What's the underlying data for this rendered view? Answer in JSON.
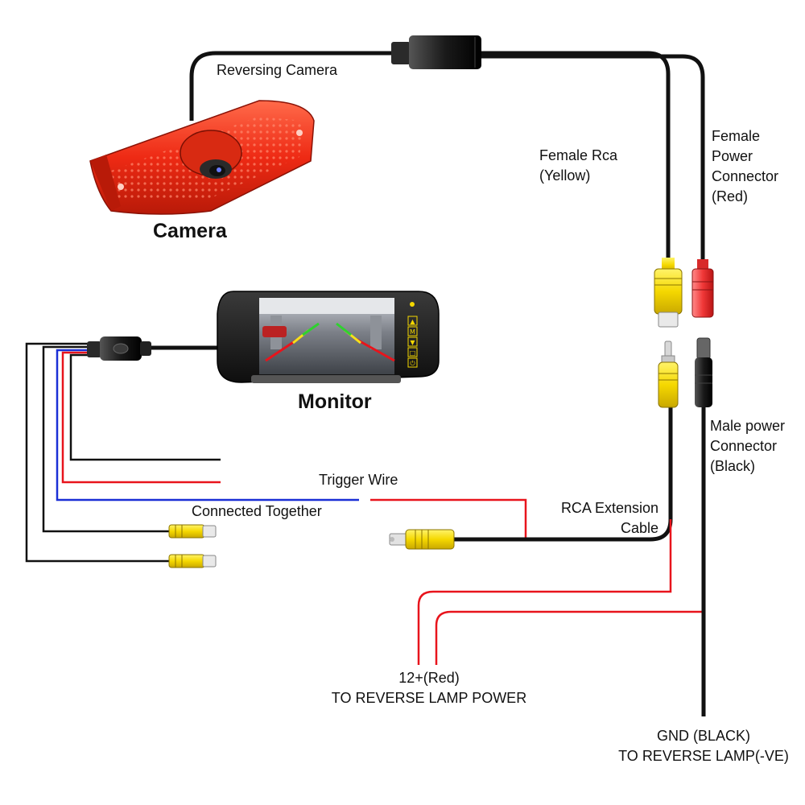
{
  "labels": {
    "reversing_camera": "Reversing Camera",
    "camera": "Camera",
    "monitor": "Monitor",
    "female_rca": [
      "Female Rca",
      "(Yellow)"
    ],
    "female_power": [
      "Female",
      "Power",
      "Connector",
      "(Red)"
    ],
    "male_power": [
      "Male power",
      "Connector",
      "(Black)"
    ],
    "trigger_wire": "Trigger Wire",
    "connected_together": "Connected Together",
    "rca_extension": [
      "RCA Extension",
      "Cable"
    ],
    "reverse_power": [
      "12+(Red)",
      "TO REVERSE LAMP POWER"
    ],
    "reverse_gnd": [
      "GND (BLACK)",
      "TO REVERSE LAMP(-VE)"
    ]
  },
  "monitor_buttons": [
    "▲",
    "M",
    "▼",
    "□",
    "⏻"
  ],
  "colors": {
    "wire_black": "#111111",
    "wire_red": "#e8141c",
    "wire_blue": "#1a2fd6",
    "rca_yellow": "#f5e11a",
    "camera_red": "#f03a1e",
    "monitor_body": "#1e1e1e"
  }
}
